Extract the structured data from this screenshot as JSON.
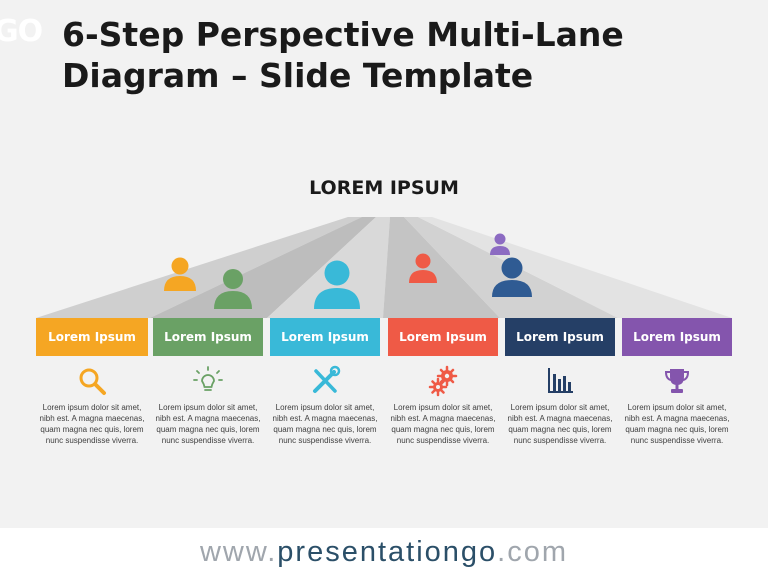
{
  "logo_mark": "GO",
  "title": {
    "line1": "6-Step Perspective Multi-Lane",
    "line2": "Diagram – Slide Template"
  },
  "diagram_heading": "LOREM IPSUM",
  "steps": [
    {
      "label": "Lorem Ipsum",
      "icon": "magnifier-icon",
      "color": "#f5a623",
      "text": "Lorem ipsum dolor sit amet, nibh est. A magna maecenas, quam magna nec quis, lorem nunc suspendisse viverra."
    },
    {
      "label": "Lorem Ipsum",
      "icon": "lightbulb-icon",
      "color": "#6aa165",
      "text": "Lorem ipsum dolor sit amet, nibh est. A magna maecenas, quam magna nec quis, lorem nunc suspendisse viverra."
    },
    {
      "label": "Lorem Ipsum",
      "icon": "tools-icon",
      "color": "#39b9d8",
      "text": "Lorem ipsum dolor sit amet, nibh est. A magna maecenas, quam magna nec quis, lorem nunc suspendisse viverra."
    },
    {
      "label": "Lorem Ipsum",
      "icon": "gears-icon",
      "color": "#ef5a46",
      "text": "Lorem ipsum dolor sit amet, nibh est. A magna maecenas, quam magna nec quis, lorem nunc suspendisse viverra."
    },
    {
      "label": "Lorem Ipsum",
      "icon": "bar-chart-icon",
      "color": "#253f66",
      "text": "Lorem ipsum dolor sit amet, nibh est. A magna maecenas, quam magna nec quis, lorem nunc suspendisse viverra."
    },
    {
      "label": "Lorem Ipsum",
      "icon": "trophy-icon",
      "color": "#8455ad",
      "text": "Lorem ipsum dolor sit amet, nibh est. A magna maecenas, quam magna nec quis, lorem nunc suspendisse viverra."
    }
  ],
  "footer": {
    "prefix": "www.",
    "brand": "presentationgo",
    "suffix": ".com"
  }
}
